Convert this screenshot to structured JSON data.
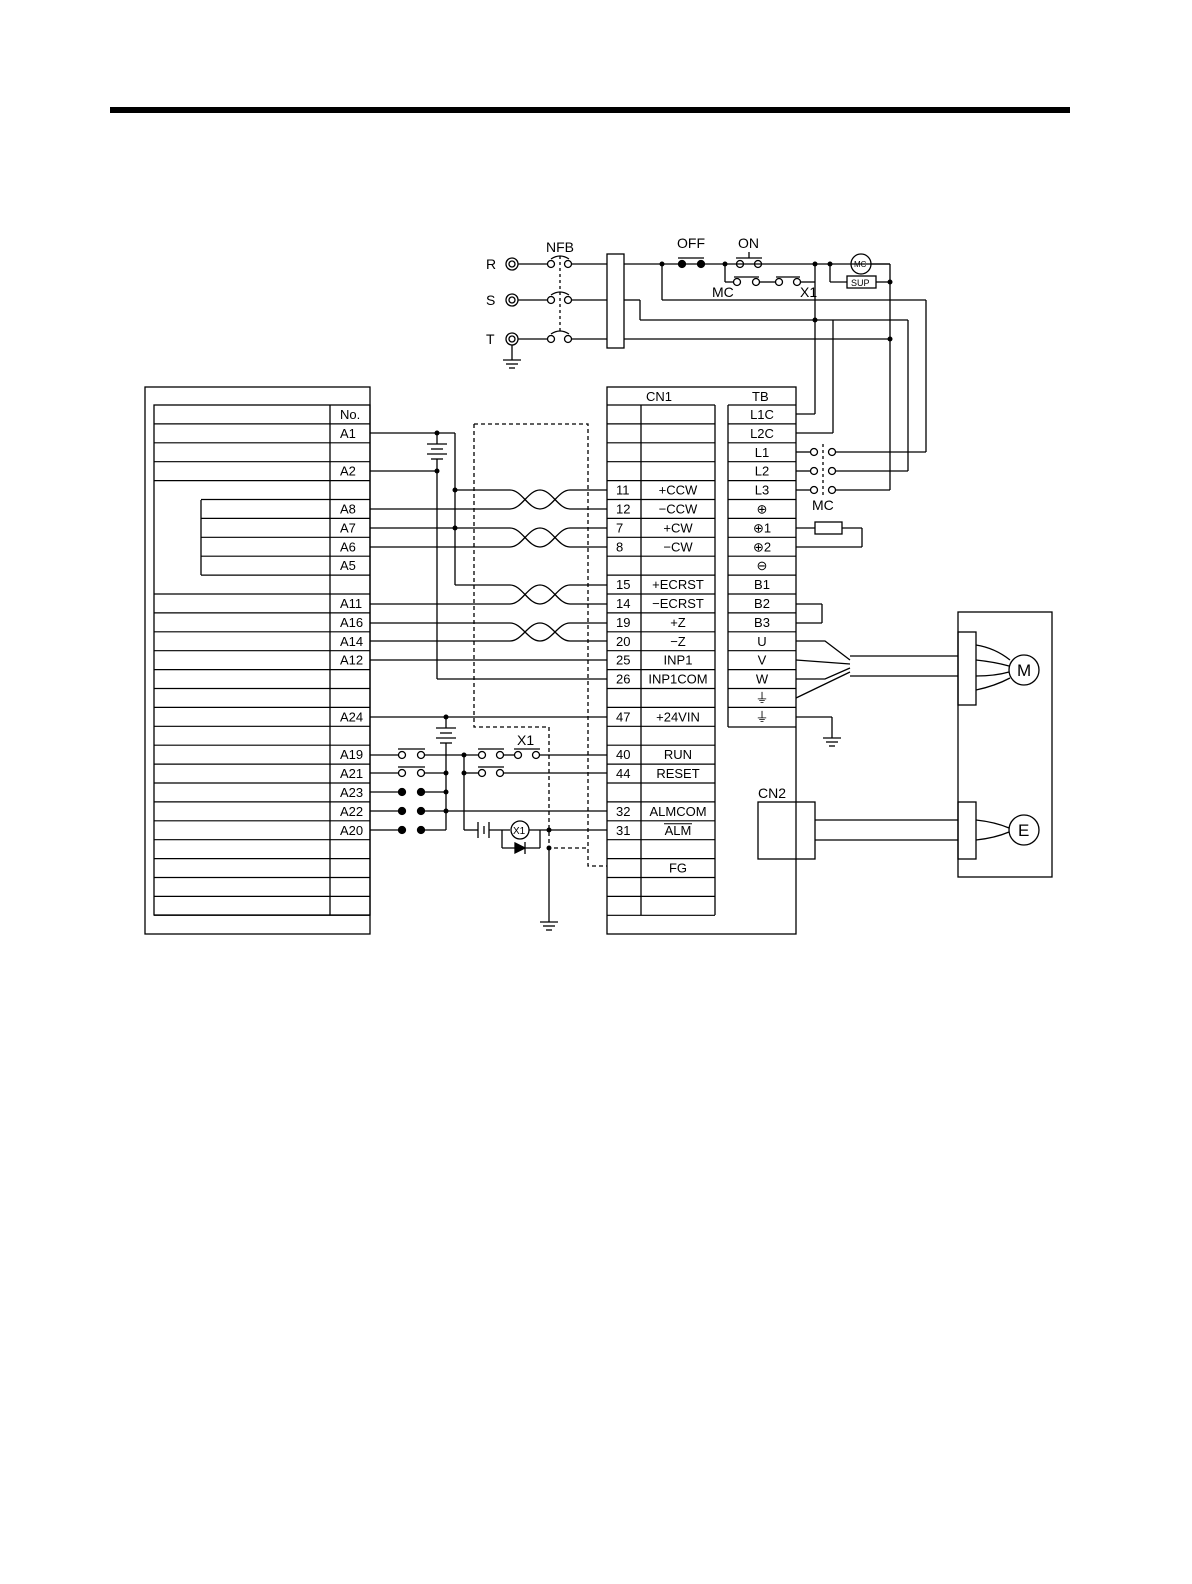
{
  "power": {
    "nfb": "NFB",
    "phases": [
      "R",
      "S",
      "T"
    ],
    "off": "OFF",
    "on": "ON",
    "mc": "MC",
    "x1": "X1",
    "mc_coil": "MC",
    "sup": "SUP",
    "mc_main": "MC"
  },
  "controller": {
    "no_header": "No.",
    "pins": [
      "A1",
      "A2",
      "A8",
      "A7",
      "A6",
      "A5",
      "A11",
      "A16",
      "A14",
      "A12",
      "A24",
      "A19",
      "A21",
      "A23",
      "A22",
      "A20"
    ]
  },
  "cn1": {
    "title": "CN1",
    "rows": [
      {
        "num": "11",
        "sig": "+CCW"
      },
      {
        "num": "12",
        "sig": "−CCW"
      },
      {
        "num": "7",
        "sig": "+CW"
      },
      {
        "num": "8",
        "sig": "−CW"
      },
      {
        "num": "15",
        "sig": "+ECRST"
      },
      {
        "num": "14",
        "sig": "−ECRST"
      },
      {
        "num": "19",
        "sig": "+Z"
      },
      {
        "num": "20",
        "sig": "−Z"
      },
      {
        "num": "25",
        "sig": "INP1"
      },
      {
        "num": "26",
        "sig": "INP1COM"
      },
      {
        "num": "47",
        "sig": "+24VIN"
      },
      {
        "num": "40",
        "sig": "RUN"
      },
      {
        "num": "44",
        "sig": "RESET"
      },
      {
        "num": "32",
        "sig": "ALMCOM"
      },
      {
        "num": "31",
        "sig": "ALM"
      },
      {
        "num": "",
        "sig": "FG"
      }
    ]
  },
  "tb": {
    "title": "TB",
    "rows": [
      "L1C",
      "L2C",
      "L1",
      "L2",
      "L3",
      "⊕",
      "⊕1",
      "⊕2",
      "⊖",
      "B1",
      "B2",
      "B3",
      "U",
      "V",
      "W",
      "⏚",
      "⏚"
    ]
  },
  "x1_relay": "X1",
  "cn2": "CN2",
  "motor": "M",
  "encoder": "E"
}
